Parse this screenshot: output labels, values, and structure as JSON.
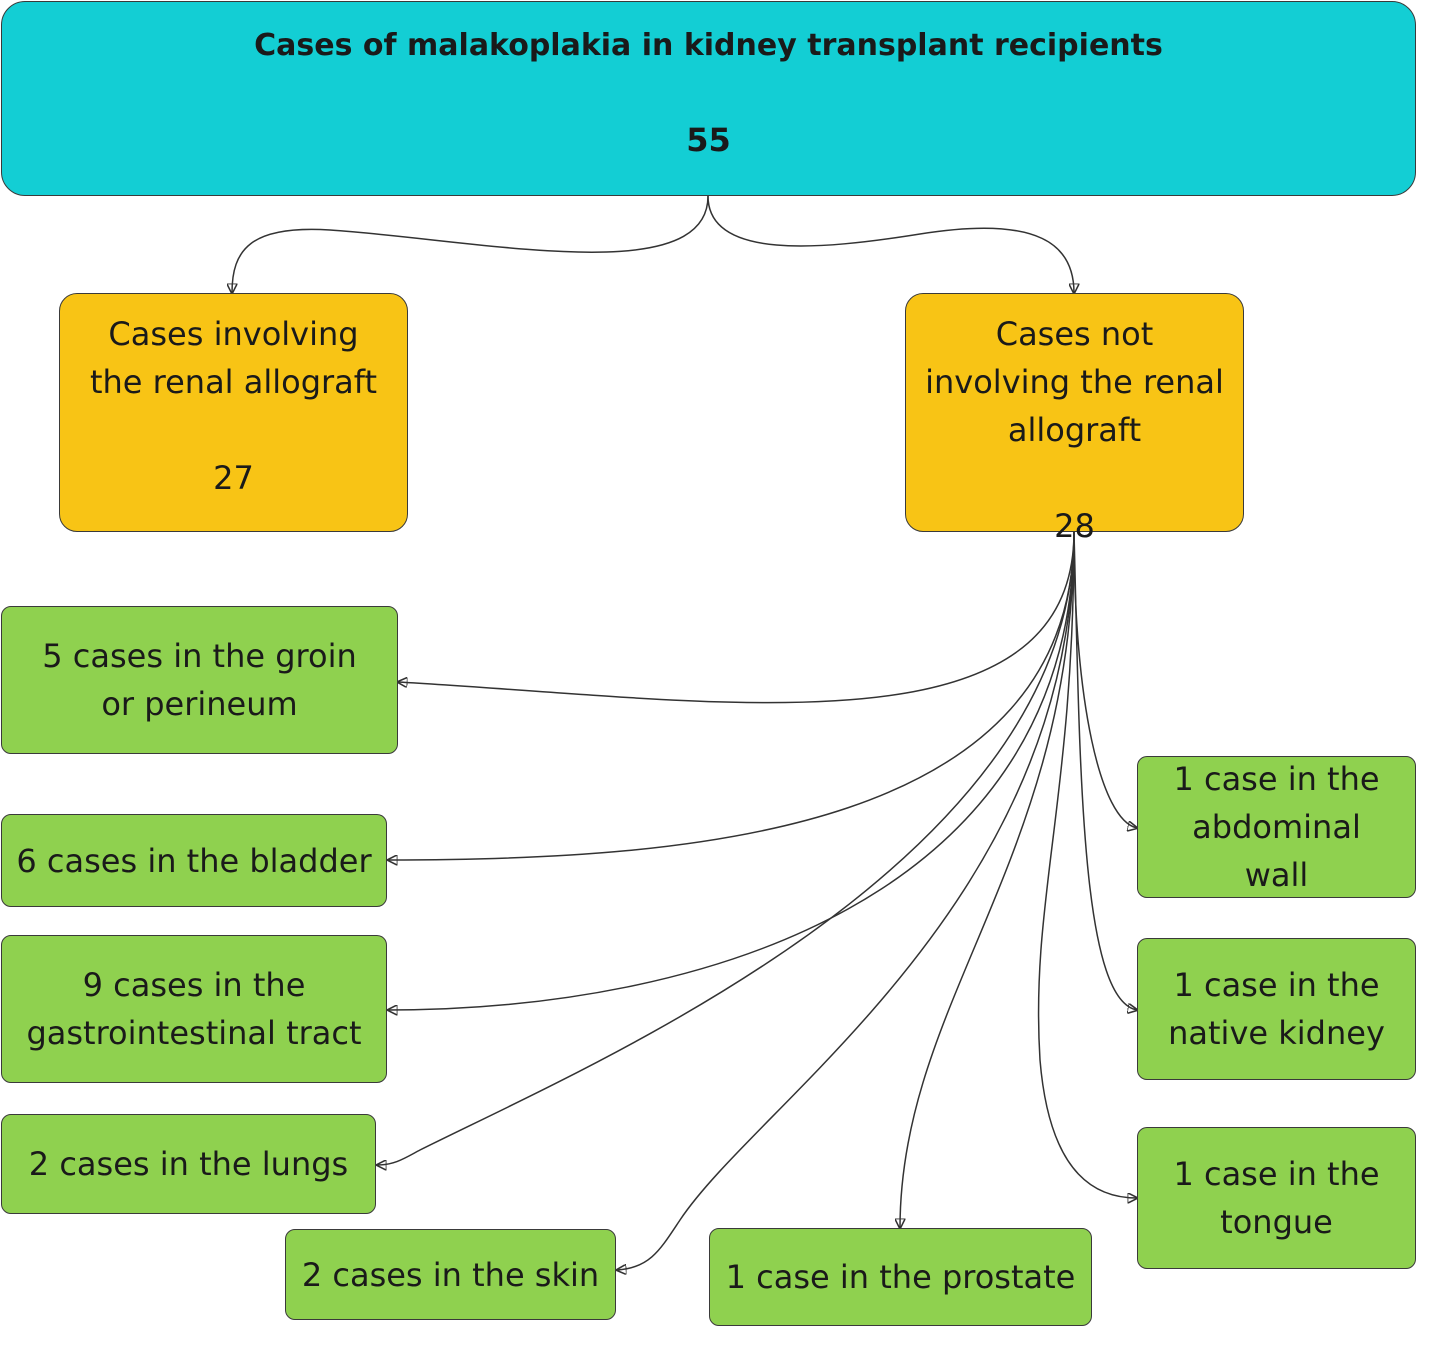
{
  "root": {
    "title": "Cases of malakoplakia in kidney transplant recipients",
    "count": "55"
  },
  "branches": {
    "involving": {
      "label": "Cases involving the renal allograft",
      "count": "27"
    },
    "not_involving": {
      "label": "Cases not involving the renal allograft",
      "count": "28"
    }
  },
  "sites": {
    "groin": "5 cases in the groin or perineum",
    "bladder": "6 cases in the bladder",
    "gi": "9 cases in the gastrointestinal tract",
    "lungs": "2 cases in the lungs",
    "skin": "2 cases in the skin",
    "prostate": "1 case in the prostate",
    "abdominal_wall": "1 case in the abdominal wall",
    "native_kidney": "1 case in the native kidney",
    "tongue": "1 case in the tongue"
  },
  "colors": {
    "root": "#13ced4",
    "branch": "#f8c415",
    "leaf": "#8fd14f",
    "line": "#333333"
  }
}
